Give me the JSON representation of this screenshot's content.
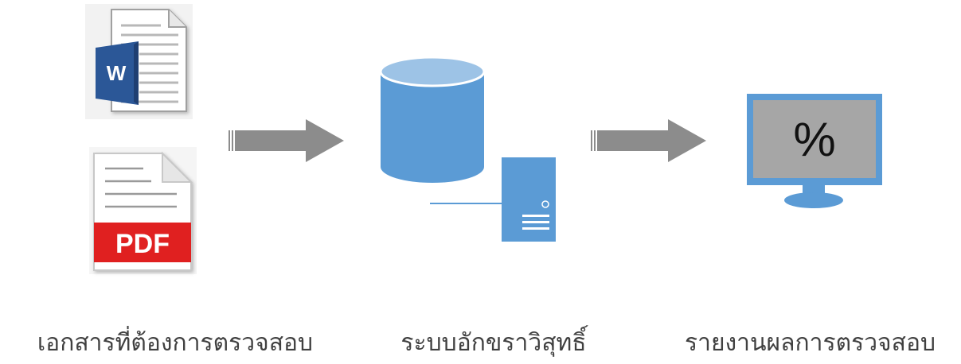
{
  "diagram": {
    "stages": [
      {
        "id": "input",
        "caption": "เอกสารที่ต้องการตรวจสอบ",
        "icons": [
          "word-document-icon",
          "pdf-document-icon"
        ]
      },
      {
        "id": "system",
        "caption": "ระบบอักขราวิสุทธิ์",
        "icons": [
          "database-icon",
          "server-tower-icon"
        ]
      },
      {
        "id": "output",
        "caption": "รายงานผลการตรวจสอบ",
        "icons": [
          "monitor-icon"
        ]
      }
    ],
    "word_badge": "W",
    "pdf_badge": "PDF",
    "monitor_text": "%",
    "colors": {
      "word_blue": "#2b5797",
      "pdf_red": "#e02020",
      "system_blue": "#5b9bd5",
      "arrow_gray": "#8c8c8c",
      "screen_gray": "#a6a6a6"
    }
  }
}
